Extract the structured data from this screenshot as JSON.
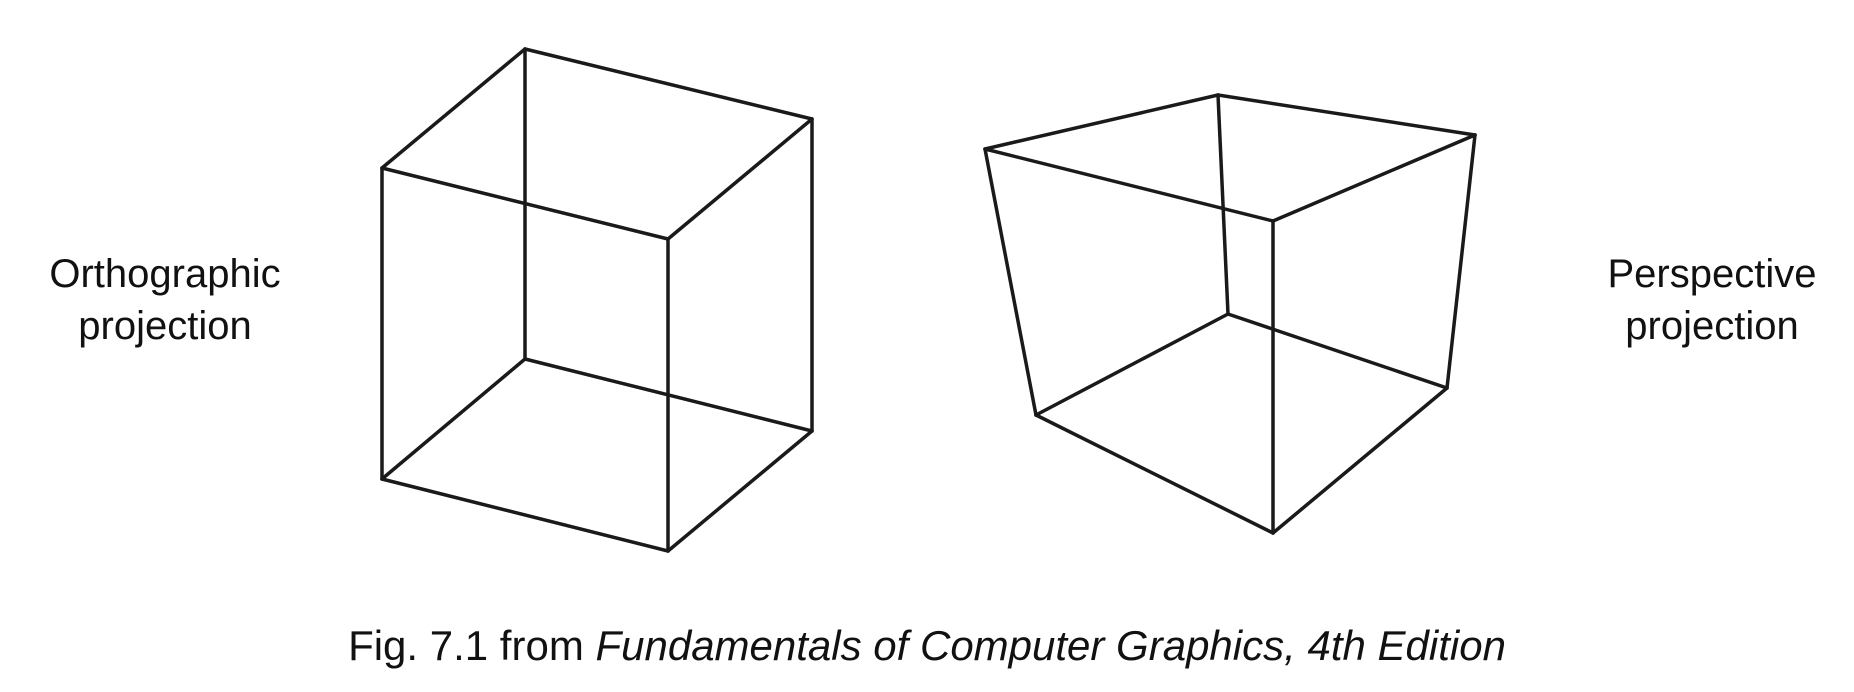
{
  "labels": {
    "orthographic": [
      "Orthographic",
      "projection"
    ],
    "perspective": [
      "Perspective",
      "projection"
    ]
  },
  "caption": {
    "prefix": "Fig. 7.1 from ",
    "book": "Fundamentals of Computer Graphics, 4th Edition"
  },
  "colors": {
    "background": "#ffffff",
    "ink": "#1a1a1a"
  }
}
